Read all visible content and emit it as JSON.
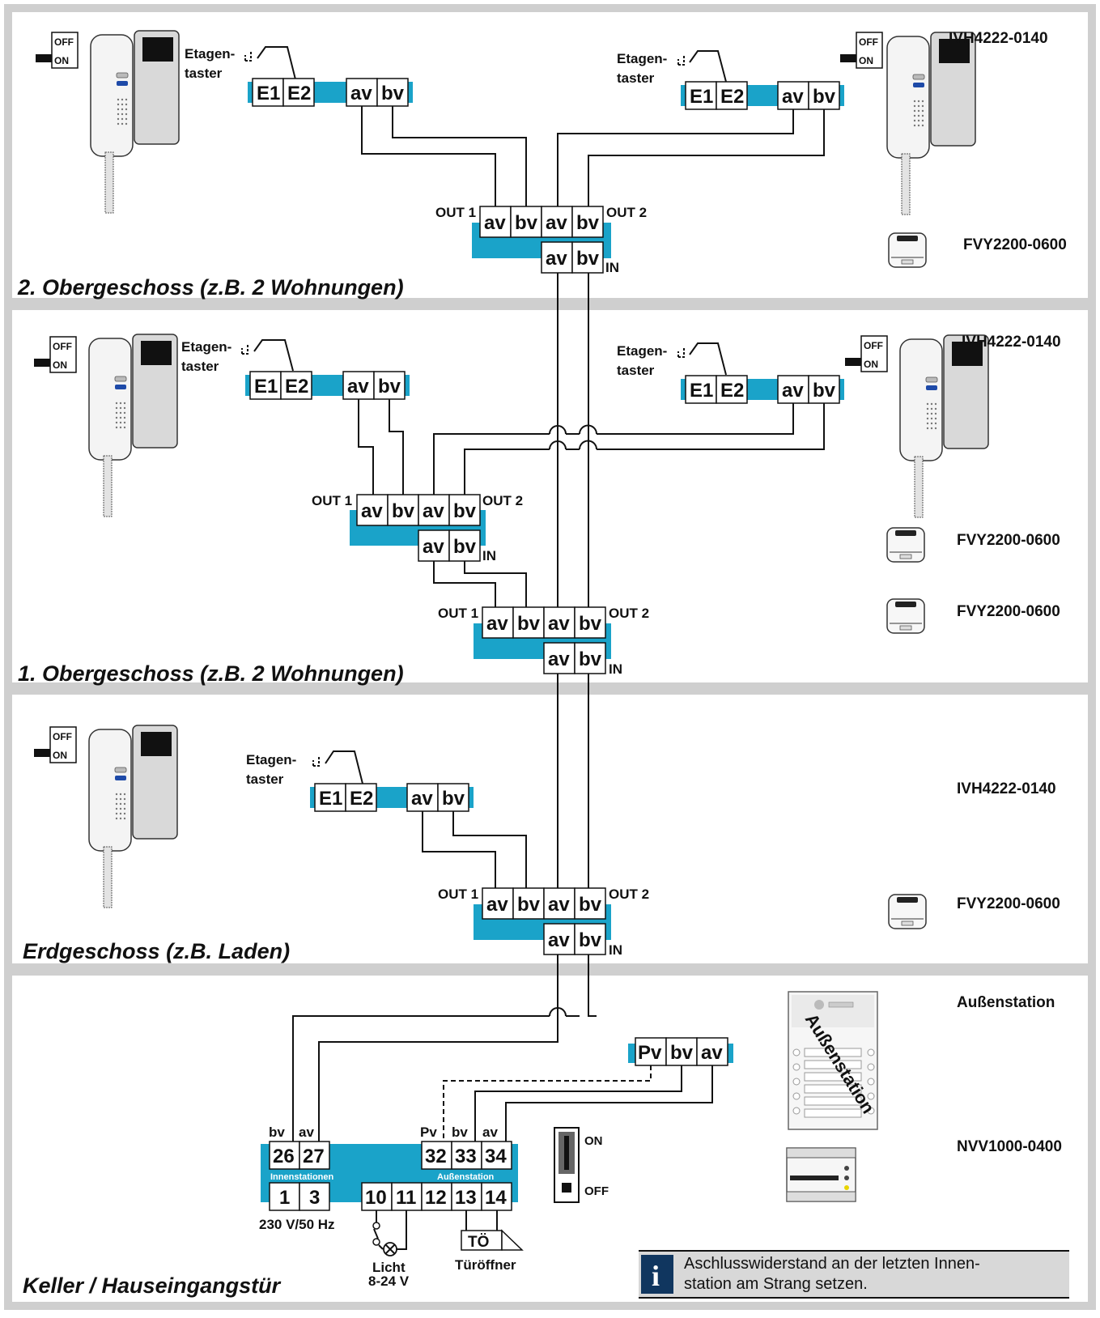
{
  "floors": {
    "og2": "2. Obergeschoss (z.B. 2 Wohnungen)",
    "og1": "1. Obergeschoss (z.B. 2 Wohnungen)",
    "eg": "Erdgeschoss (z.B. Laden)",
    "keller": "Keller / Hauseingangstür"
  },
  "models": {
    "indoor": "IVH4222-0140",
    "distributor": "FVY2200-0600",
    "outdoor_label": "Außenstation",
    "psu": "NVV1000-0400"
  },
  "labels": {
    "etagen": "Etagen-",
    "taster": "taster",
    "out1": "OUT 1",
    "out2": "OUT 2",
    "in": "IN",
    "e1": "E1",
    "e2": "E2",
    "av": "av",
    "bv": "bv",
    "pv": "Pv",
    "off": "OFF",
    "on": "ON"
  },
  "psu": {
    "top_labels": [
      "bv",
      "av",
      "Pv",
      "bv",
      "av"
    ],
    "top_terminals": [
      "26",
      "27",
      "32",
      "33",
      "34"
    ],
    "bottom_terminals": [
      "1",
      "3",
      "10",
      "11",
      "12",
      "13",
      "14"
    ],
    "innen": "Innenstationen",
    "aussen": "Außenstation",
    "mains": "230 V/50 Hz",
    "licht": "Licht",
    "licht_v": "8-24 V",
    "to": "TÖ",
    "tueroeffner": "Türöffner",
    "switch_on": "ON",
    "switch_off": "OFF"
  },
  "outdoor_station_text": "Außenstation",
  "info": {
    "icon": "info-icon",
    "line1": "Aschlusswiderstand an der letzten Innen-",
    "line2": "station am Strang setzen."
  },
  "colors": {
    "rail": "#1aa3c9",
    "section_border": "#cfcfcf"
  }
}
